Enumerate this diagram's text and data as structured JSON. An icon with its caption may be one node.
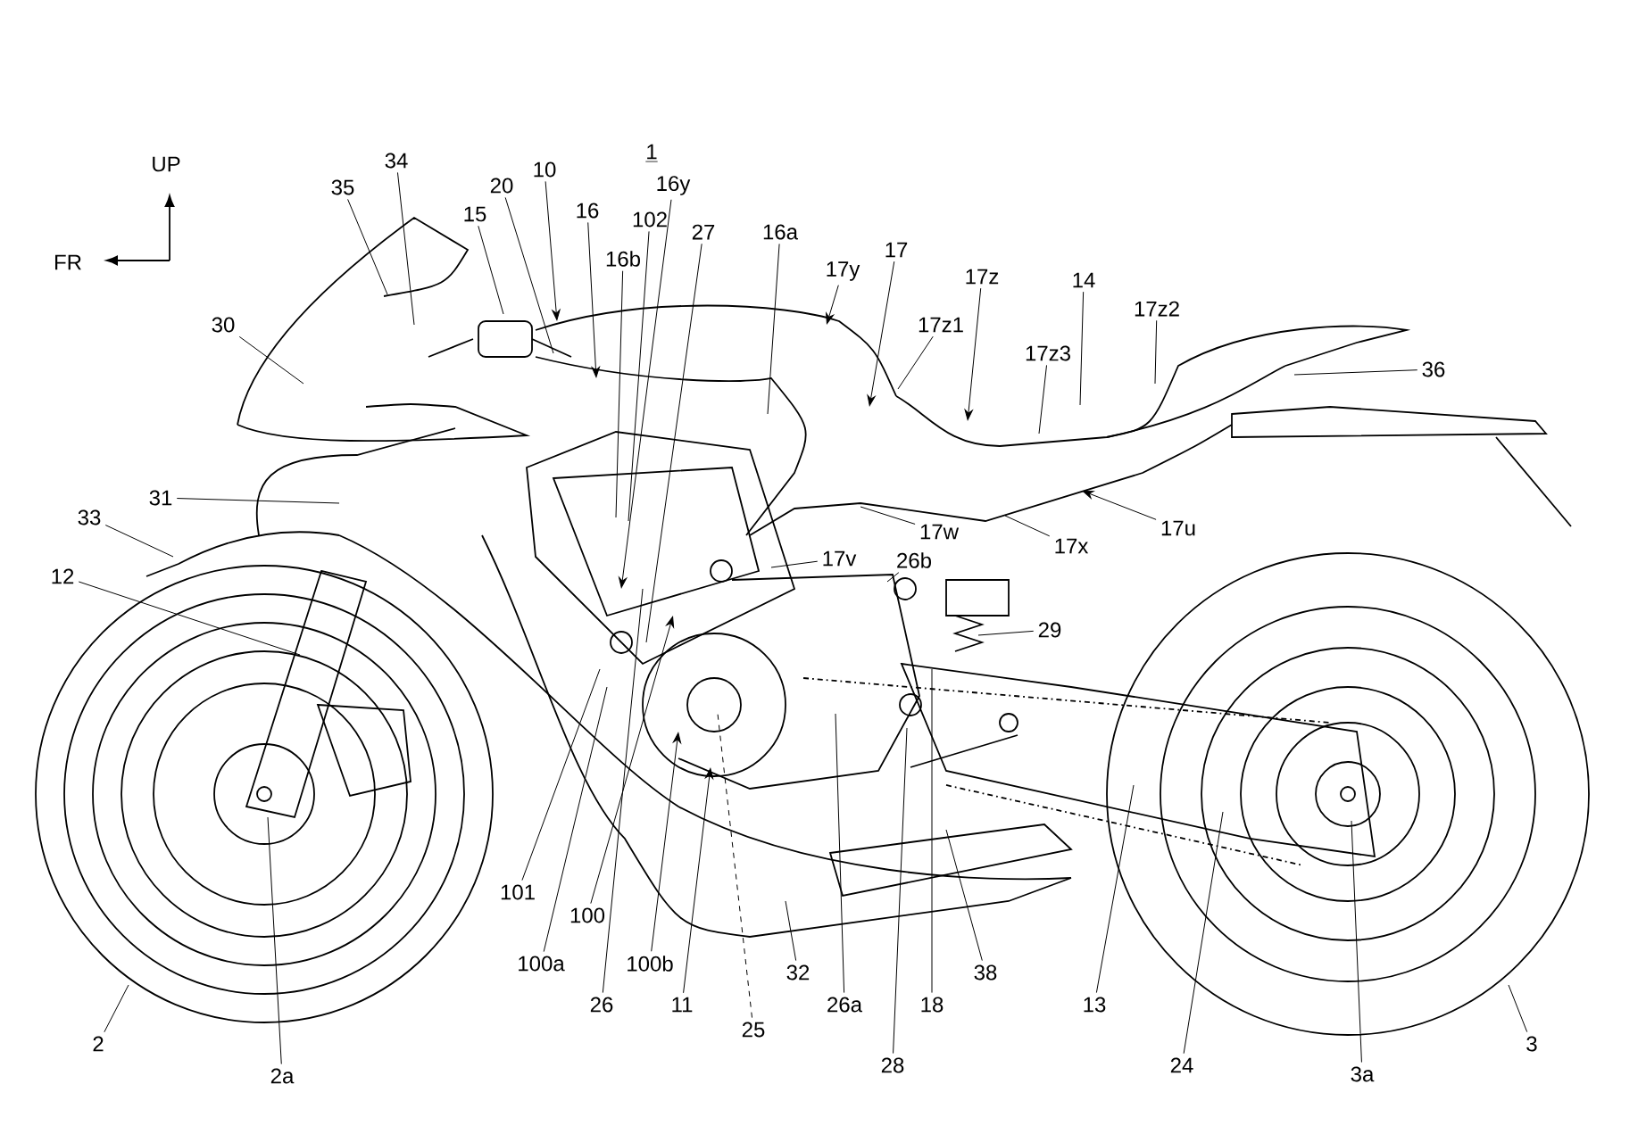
{
  "diagram": {
    "nodes": [
      {
        "text": [
          "35"
        ]
      },
      {
        "text": [
          "34"
        ]
      },
      {
        "text": [
          "15"
        ]
      },
      {
        "text": [
          "20"
        ]
      },
      {
        "text": [
          "10"
        ]
      },
      {
        "text": [
          "16"
        ]
      },
      {
        "text": [
          "16b"
        ]
      },
      {
        "text": [
          "102"
        ]
      },
      {
        "text": [
          "16y"
        ]
      },
      {
        "text": [
          "27"
        ]
      },
      {
        "text": [
          "16a"
        ]
      },
      {
        "text": [
          "17y"
        ]
      },
      {
        "text": [
          "17"
        ]
      },
      {
        "text": [
          "17z1"
        ]
      },
      {
        "text": [
          "17z"
        ]
      },
      {
        "text": [
          "17z3"
        ]
      },
      {
        "text": [
          "14"
        ]
      },
      {
        "text": [
          "17z2"
        ]
      },
      {
        "text": [
          "36"
        ]
      },
      {
        "text": [
          "30"
        ]
      },
      {
        "text": [
          "31"
        ]
      },
      {
        "text": [
          "33"
        ]
      },
      {
        "text": [
          "12"
        ]
      },
      {
        "text": [
          "17u"
        ]
      },
      {
        "text": [
          "17x"
        ]
      },
      {
        "text": [
          "17w"
        ]
      },
      {
        "text": [
          "17v"
        ]
      },
      {
        "text": [
          "26b"
        ]
      },
      {
        "text": [
          "29"
        ]
      },
      {
        "text": [
          "2"
        ]
      },
      {
        "text": [
          "2a"
        ]
      },
      {
        "text": [
          "101"
        ]
      },
      {
        "text": [
          "100"
        ]
      },
      {
        "text": [
          "100a"
        ]
      },
      {
        "text": [
          "26"
        ]
      },
      {
        "text": [
          "100b"
        ]
      },
      {
        "text": [
          "11"
        ]
      },
      {
        "text": [
          "25"
        ]
      },
      {
        "text": [
          "32"
        ]
      },
      {
        "text": [
          "26a"
        ]
      },
      {
        "text": [
          "28"
        ]
      },
      {
        "text": [
          "18"
        ]
      },
      {
        "text": [
          "38"
        ]
      },
      {
        "text": [
          "13"
        ]
      },
      {
        "text": [
          "24"
        ]
      },
      {
        "text": [
          "3a"
        ]
      },
      {
        "text": [
          "3"
        ]
      }
    ],
    "edges": [
      {
        "from": 0,
        "to": null,
        "arrow": "none"
      },
      {
        "from": 1,
        "to": null,
        "arrow": "none"
      },
      {
        "from": 2,
        "to": null,
        "arrow": "none"
      },
      {
        "from": 3,
        "to": null,
        "arrow": "none"
      },
      {
        "from": 4,
        "to": null,
        "arrow": "to"
      },
      {
        "from": 5,
        "to": null,
        "arrow": "to"
      },
      {
        "from": 6,
        "to": null,
        "arrow": "none"
      },
      {
        "from": 7,
        "to": null,
        "arrow": "none"
      },
      {
        "from": 8,
        "to": null,
        "arrow": "to"
      },
      {
        "from": 9,
        "to": null,
        "arrow": "none"
      },
      {
        "from": 10,
        "to": null,
        "arrow": "none"
      },
      {
        "from": 11,
        "to": null,
        "arrow": "to"
      },
      {
        "from": 12,
        "to": null,
        "arrow": "to"
      },
      {
        "from": 13,
        "to": null,
        "arrow": "none"
      },
      {
        "from": 14,
        "to": null,
        "arrow": "to"
      },
      {
        "from": 15,
        "to": null,
        "arrow": "none"
      },
      {
        "from": 16,
        "to": null,
        "arrow": "none"
      },
      {
        "from": 17,
        "to": null,
        "arrow": "none"
      },
      {
        "from": 18,
        "to": null,
        "arrow": "none"
      },
      {
        "from": 19,
        "to": null,
        "arrow": "none"
      },
      {
        "from": 20,
        "to": null,
        "arrow": "none"
      },
      {
        "from": 21,
        "to": null,
        "arrow": "none"
      },
      {
        "from": 22,
        "to": null,
        "arrow": "none"
      },
      {
        "from": 23,
        "to": null,
        "arrow": "to"
      },
      {
        "from": 24,
        "to": null,
        "arrow": "none"
      },
      {
        "from": 25,
        "to": null,
        "arrow": "none"
      },
      {
        "from": 26,
        "to": null,
        "arrow": "none"
      },
      {
        "from": 27,
        "to": null,
        "arrow": "none"
      },
      {
        "from": 28,
        "to": null,
        "arrow": "none"
      },
      {
        "from": 29,
        "to": null,
        "arrow": "none"
      },
      {
        "from": 30,
        "to": null,
        "arrow": "none"
      },
      {
        "from": 31,
        "to": null,
        "arrow": "none"
      },
      {
        "from": 32,
        "to": null,
        "arrow": "to"
      },
      {
        "from": 33,
        "to": null,
        "arrow": "none"
      },
      {
        "from": 34,
        "to": null,
        "arrow": "none"
      },
      {
        "from": 35,
        "to": null,
        "arrow": "to"
      },
      {
        "from": 36,
        "to": null,
        "arrow": "to"
      },
      {
        "from": 37,
        "to": null,
        "arrow": "none",
        "style": "dashed"
      },
      {
        "from": 38,
        "to": null,
        "arrow": "none"
      },
      {
        "from": 39,
        "to": null,
        "arrow": "none"
      },
      {
        "from": 40,
        "to": null,
        "arrow": "none"
      },
      {
        "from": 41,
        "to": null,
        "arrow": "none"
      },
      {
        "from": 42,
        "to": null,
        "arrow": "none"
      },
      {
        "from": 43,
        "to": null,
        "arrow": "none"
      },
      {
        "from": 44,
        "to": null,
        "arrow": "none"
      },
      {
        "from": 45,
        "to": null,
        "arrow": "none"
      },
      {
        "from": 46,
        "to": null,
        "arrow": "none"
      }
    ],
    "labels": [
      "UP",
      "FR",
      "1"
    ]
  }
}
